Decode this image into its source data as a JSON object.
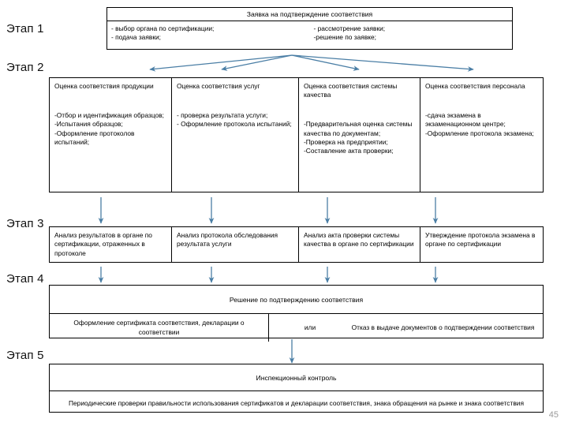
{
  "accent_color": "#4a7ea5",
  "stages": {
    "s1": "Этап 1",
    "s2": "Этап 2",
    "s3": "Этап 3",
    "s4": "Этап 4",
    "s5": "Этап 5"
  },
  "stage1": {
    "header": "Заявка на подтверждение соответствия",
    "left": "- выбор органа по сертификации;\n- подача заявки;",
    "right": "-  рассмотрение заявки;\n-решение по заявке;"
  },
  "stage2": {
    "columns": [
      {
        "title": "Оценка соответствия продукции",
        "items": "-Отбор и идентификация образцов;\n-Испытания образцов;\n-Оформление протоколов испытаний;"
      },
      {
        "title": "Оценка соответствия услуг",
        "items": "- проверка результата услуги;\n- Оформление протокола испытаний;"
      },
      {
        "title": "Оценка соответствия системы качества",
        "items": "-Предварительная оценка системы качества по документам;\n-Проверка на предприятии;\n-Составление акта проверки;"
      },
      {
        "title": "Оценка соответствия персонала",
        "items": "-сдача экзамена в экзаменационном центре;\n-Оформление протокола экзамена;"
      }
    ]
  },
  "stage3": {
    "cells": [
      "Анализ результатов в органе по сертификации, отраженных в протоколе",
      "Анализ протокола обследования результата услуги",
      "Анализ акта проверки системы качества в органе по сертификации",
      "Утверждение протокола экзамена в органе по сертификации"
    ]
  },
  "stage4": {
    "header": "Решение по подтверждению соответствия",
    "left": "Оформление сертификата соответствия, декларации о соответствии",
    "mid": "или",
    "right": "Отказ в выдаче документов о подтверждении соответствия"
  },
  "stage5": {
    "header": "Инспекционный контроль",
    "body": "Периодические проверки правильности использования сертификатов и декларации соответствия, знака обращения на рынке и знака соответствия"
  },
  "page_number": "45"
}
